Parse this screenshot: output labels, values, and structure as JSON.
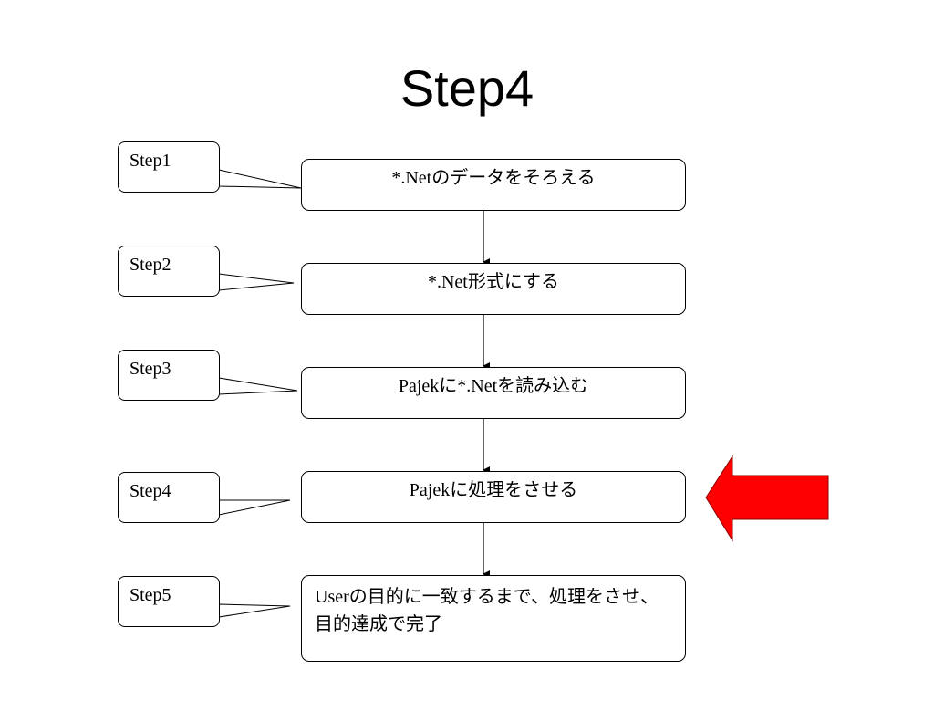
{
  "slide": {
    "title": "Step4"
  },
  "steps": [
    {
      "label": "Step1",
      "text": "*.Netのデータをそろえる"
    },
    {
      "label": "Step2",
      "text": "*.Net形式にする"
    },
    {
      "label": "Step3",
      "text": "Pajekに*.Netを読み込む"
    },
    {
      "label": "Step4",
      "text": "Pajekに処理をさせる"
    },
    {
      "label": "Step5",
      "text": "Userの目的に一致するまで、処理をさせ、目的達成で完了"
    }
  ],
  "highlight": {
    "current_step": "Step4",
    "arrow_color": "#ff0000"
  }
}
